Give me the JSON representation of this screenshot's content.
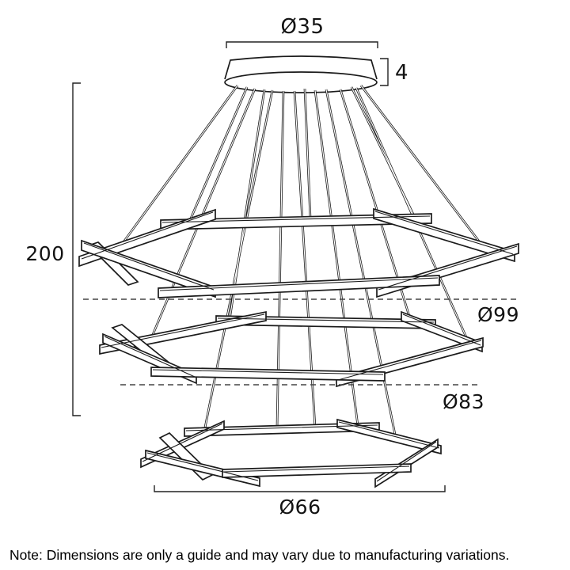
{
  "page": {
    "background": "#ffffff",
    "line_color": "#1b1b1b"
  },
  "diagram": {
    "kind": "pendant-light-dimension-drawing",
    "labels": {
      "canopy_diameter": "Ø35",
      "canopy_height": "4",
      "overall_drop": "200",
      "tier_top_diameter": "Ø99",
      "tier_middle_diameter": "Ø83",
      "tier_bottom_diameter": "Ø66"
    },
    "note": "Note: Dimensions are only a guide and may vary due to manufacturing variations."
  }
}
